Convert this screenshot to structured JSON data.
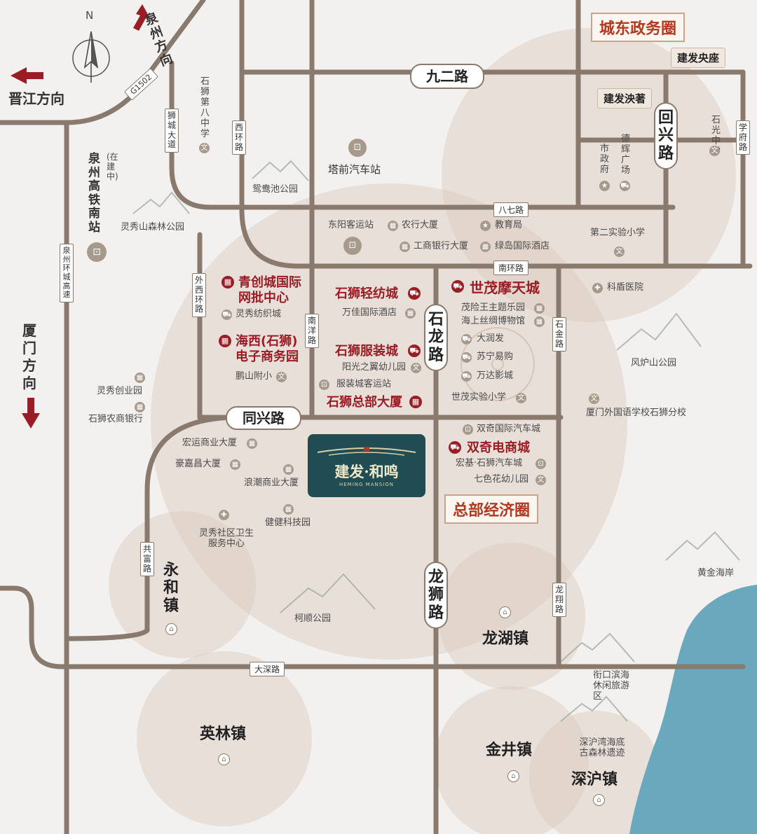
{
  "colors": {
    "road": "#8a7a6e",
    "circle": "#dccabc",
    "accent": "#9a1d25",
    "sea": "#6aa9bd",
    "project_bg": "#1f4d53",
    "circle_label": "#b3381f"
  },
  "compass": "N",
  "directions": {
    "quanzhou": "泉州方向",
    "jinjiang": "晋江方向",
    "xiamen": "厦门方向"
  },
  "expressway": {
    "code": "G1502",
    "ring": "泉州环城高速"
  },
  "roads": {
    "jiuer": "九二路",
    "huixing": "回兴路",
    "tongxing": "同兴路",
    "shilong": "石龙路",
    "longshi": "龙狮路",
    "baqi": "八七路",
    "nanhuan": "南环路",
    "nanyang": "南洋路",
    "waixihuan": "外西环路",
    "xihuan": "西环路",
    "shicheng": "狮城大道",
    "shijin": "石金路",
    "longxiang": "龙翔路",
    "gongfu": "共富路",
    "dashen": "大深路",
    "xuefu": "学府路"
  },
  "zones": {
    "chengdong": "城东政务圈",
    "zongbu": "总部经济圈"
  },
  "tags": {
    "jianfa_yang": "建发央座",
    "jianfa_zhu": "建发泱著"
  },
  "project": {
    "name": "建发·和鸣",
    "subtitle": "HEMING MANSION"
  },
  "transit": {
    "hsr_note": "(在建中)",
    "hsr_name": "泉州高铁南站",
    "taqian": "塔前汽车站",
    "dongyang": "东阳客运站",
    "clothing_bus": "服装城客运站"
  },
  "malls": {
    "qingchuang": "青创城国际网批中心",
    "haixi": "海西(石狮)电子商务园",
    "qingfang": "石狮轻纺城",
    "fuzhuang": "石狮服装城",
    "zongbu": "石狮总部大厦",
    "shimao": "世茂摩天城",
    "shuangqi": "双奇电商城"
  },
  "pois": {
    "shishi8": "石狮第八中学",
    "yuanyang": "鸳鸯池公园",
    "lingxiu_forest": "灵秀山森林公园",
    "nonghang": "农行大厦",
    "jiaoyu": "教育局",
    "gonghang": "工商银行大厦",
    "ludao": "绿岛国际酒店",
    "shizhengfu": "市政府",
    "dehui": "德辉广场",
    "shiguang": "石光中学",
    "shiyan2": "第二实验小学",
    "kedun": "科盾医院",
    "lingxiu_textile": "灵秀纺织城",
    "wanjia": "万佳国际酒店",
    "yangguang": "阳光之翼幼儿园",
    "pengshan": "鹏山附小",
    "lingxiu_chuangye": "灵秀创业园",
    "nongshang": "石狮农商银行",
    "maoxian": "茂险王主题乐园",
    "haishang": "海上丝绸博物馆",
    "darunfa": "大润发",
    "suning": "苏宁易购",
    "wanda": "万达影城",
    "shimao_school": "世茂实验小学",
    "xiamen_foreign": "厦门外国语学校石狮分校",
    "fenglu": "风炉山公园",
    "shuangqi_auto": "双奇国际汽车城",
    "hongji": "宏基·石狮汽车城",
    "qicai": "七色花幼儿园",
    "hongyun": "宏运商业大厦",
    "haojiachang": "豪嘉昌大厦",
    "langchao": "浪潮商业大厦",
    "jianjian": "健健科技园",
    "lingxiu_health": "灵秀社区卫生服务中心",
    "keshun": "柯顺公园",
    "huangjin": "黄金海岸",
    "jiekou": "衔口滨海休闲旅游区",
    "shenhu_ruins": "深沪湾海底古森林遗迹"
  },
  "towns": {
    "yonghe": "永和镇",
    "longhu": "龙湖镇",
    "yinglin": "英林镇",
    "jinjing": "金井镇",
    "shenhu": "深沪镇"
  }
}
